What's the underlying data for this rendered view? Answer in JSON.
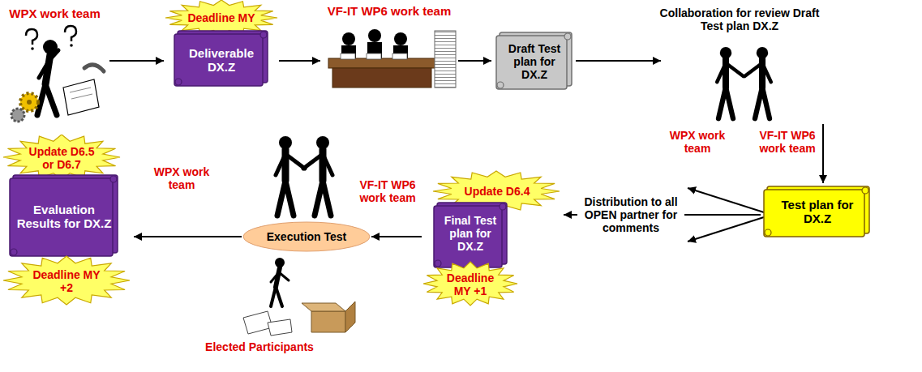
{
  "diagram": {
    "nodes": [
      {
        "text": [
          "WPX work team"
        ]
      },
      {
        "text": [
          "Deadline MY",
          "Deliverable DX.Z"
        ]
      },
      {
        "text": [
          "VF-IT WP6 work team"
        ]
      },
      {
        "text": [
          "Draft Test plan for DX.Z"
        ]
      },
      {
        "text": [
          "Collaboration for review Draft Test plan DX.Z"
        ]
      },
      {
        "text": [
          "Test plan for DX.Z"
        ]
      },
      {
        "text": [
          "Update D6.4",
          "Final Test plan for DX.Z",
          "Deadline MY +1"
        ]
      },
      {
        "text": [
          "Execution Test"
        ]
      },
      {
        "text": [
          "Update D6.5 or D6.7",
          "Evaluation Results for DX.Z",
          "Deadline MY +2"
        ]
      }
    ],
    "edges": [
      {
        "from": 0,
        "to": 1,
        "arrow": "to"
      },
      {
        "from": 1,
        "to": 2,
        "arrow": "to"
      },
      {
        "from": 2,
        "to": 3,
        "arrow": "to"
      },
      {
        "from": 3,
        "to": 4,
        "arrow": "to"
      },
      {
        "from": 4,
        "to": 5,
        "arrow": "to"
      },
      {
        "from": 5,
        "to": 6,
        "label": "Distribution to all OPEN partner for comments",
        "arrow": "to"
      },
      {
        "from": 6,
        "to": 7,
        "arrow": "to"
      },
      {
        "from": 7,
        "to": 8,
        "arrow": "to"
      }
    ],
    "labels": [
      "WPX work team",
      "VF-IT WP6 work team",
      "WPX work team",
      "VF-IT WP6 work team",
      "Elected Participants"
    ]
  }
}
